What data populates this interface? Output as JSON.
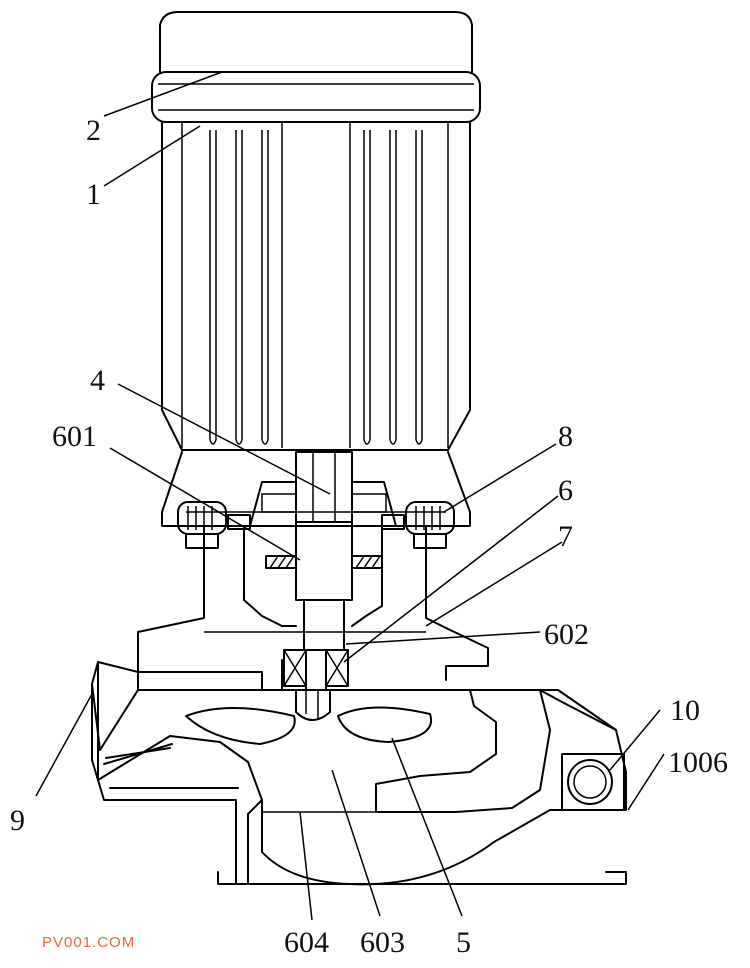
{
  "labels": {
    "l2": "2",
    "l1": "1",
    "l4": "4",
    "l601": "601",
    "l8": "8",
    "l6": "6",
    "l7": "7",
    "l602": "602",
    "l10": "10",
    "l1006": "1006",
    "l9": "9",
    "l604": "604",
    "l603": "603",
    "l5": "5"
  },
  "watermark": "PV001.COM",
  "colors": {
    "line": "#000000",
    "watermark": "#e06a3b"
  }
}
